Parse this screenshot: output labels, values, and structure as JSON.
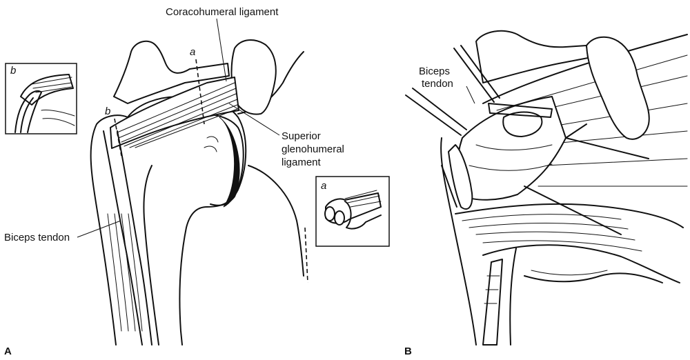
{
  "panels": [
    {
      "letter": "A",
      "labels": {
        "coracohumeral": "Coracohumeral ligament",
        "superior_line1": "Superior",
        "superior_line2": "glenohumeral",
        "superior_line3": "ligament",
        "biceps": "Biceps tendon",
        "section_a": "a",
        "section_b": "b"
      },
      "insets": [
        {
          "letter": "b"
        },
        {
          "letter": "a"
        }
      ]
    },
    {
      "letter": "B",
      "labels": {
        "biceps_line1": "Biceps",
        "biceps_line2": "tendon"
      }
    }
  ]
}
